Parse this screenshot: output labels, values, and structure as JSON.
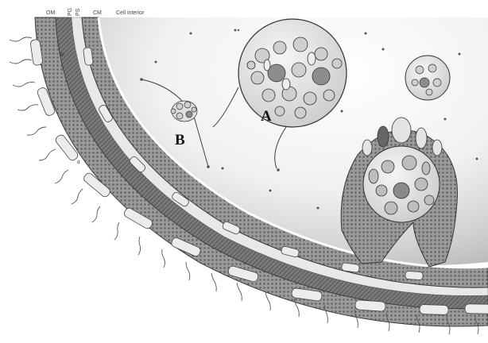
{
  "header_labels": {
    "om": "OM",
    "pg": "PG",
    "ps": "PS",
    "cm": "CM",
    "cell_interior": "Cell interior"
  },
  "markers": {
    "a": "A",
    "b": "B"
  },
  "membrane_tags": {
    "lp": "lp",
    "d": "d"
  },
  "colors": {
    "background": "#ffffff",
    "interior_light": "#f4f4f4",
    "interior_shadow": "#bdbdbd",
    "membrane_dark": "#5a5a5a",
    "membrane_mid": "#8c8c8c",
    "membrane_light": "#d8d8d8",
    "protein": "#e6e6e6",
    "vesicle_fill": "#dcdcdc"
  }
}
